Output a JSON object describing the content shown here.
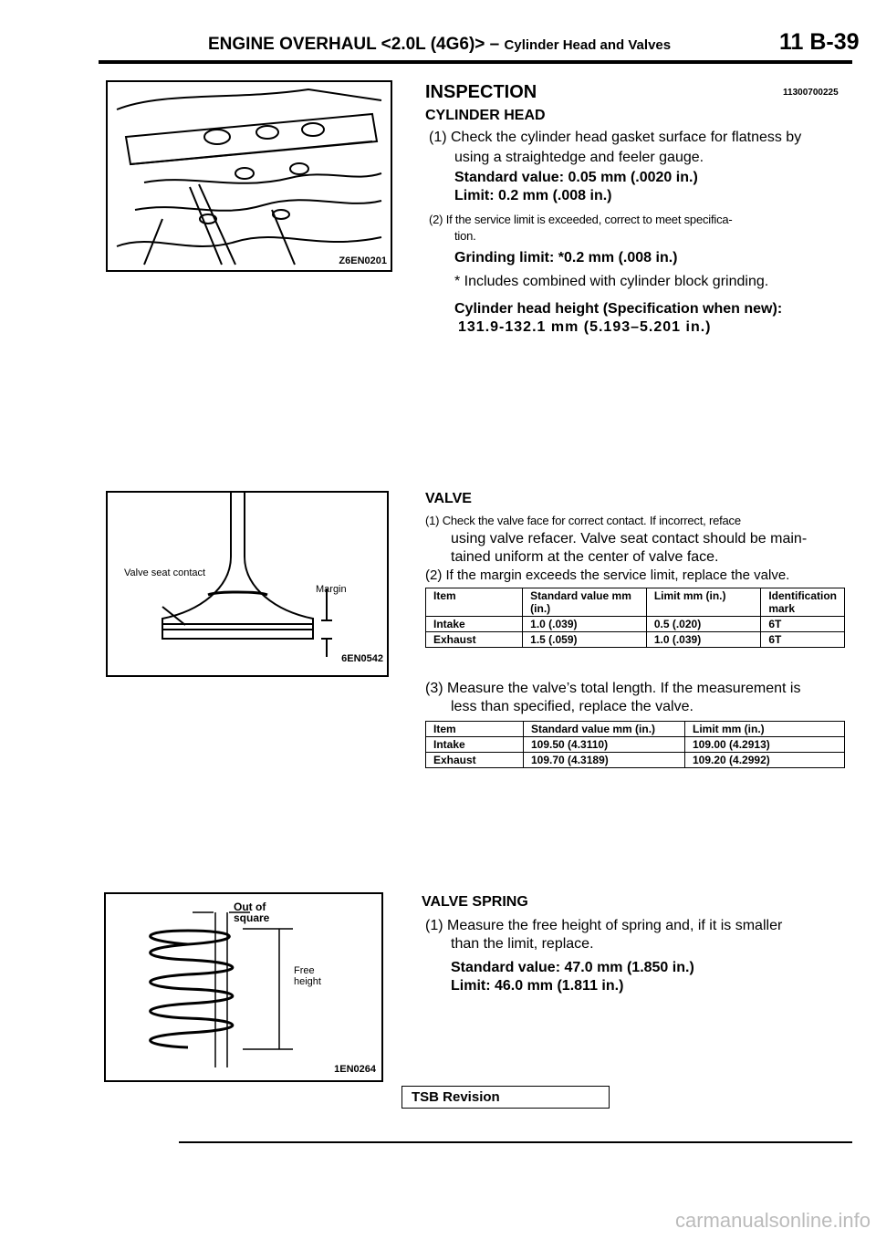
{
  "header": {
    "title": "ENGINE OVERHAUL <2.0L (4G6)> –",
    "subtitle": "Cylinder Head and Valves",
    "page": "11 B-39"
  },
  "figures": {
    "fig1_code": "Z6EN0201",
    "fig2_code": "6EN0542",
    "fig2_label_seat": "Valve seat contact",
    "fig2_label_margin": "Margin",
    "fig3_code": "1EN0264",
    "fig3_label_square": "Out of square",
    "fig3_label_height": "Free height"
  },
  "inspection": {
    "title": "INSPECTION",
    "code": "11300700225",
    "cyl_head_title": "CYLINDER HEAD",
    "step1_a": "(1) Check the cylinder head gasket surface for flatness by",
    "step1_b": "using a straightedge and feeler gauge.",
    "std_value": "Standard value: 0.05 mm (.0020 in.)",
    "limit": "Limit: 0.2 mm (.008 in.)",
    "step2_a": "(2) If the service limit is exceeded, correct to meet specifica-",
    "step2_b": "tion.",
    "grinding": "Grinding limit: *0.2 mm (.008 in.)",
    "note": "* Includes combined with cylinder block grinding.",
    "height_title": "Cylinder head height (Specification when new):",
    "height_value": "131.9-132.1 mm (5.193–5.201 in.)"
  },
  "valve": {
    "title": "VALVE",
    "step1_a": "(1) Check the valve face for correct contact. If incorrect, reface",
    "step1_b": "using valve refacer. Valve seat contact should be main-",
    "step1_c": "tained uniform at the center of valve face.",
    "step2": "(2) If the margin exceeds the service limit, replace the valve.",
    "table1": {
      "headers": [
        "Item",
        "Standard value mm (in.)",
        "Limit mm (in.)",
        "Identification mark"
      ],
      "rows": [
        [
          "Intake",
          "1.0 (.039)",
          "0.5 (.020)",
          "6T"
        ],
        [
          "Exhaust",
          "1.5 (.059)",
          "1.0 (.039)",
          "6T"
        ]
      ]
    },
    "step3_a": "(3) Measure the valve’s total length. If the measurement is",
    "step3_b": "less than specified, replace the valve.",
    "table2": {
      "headers": [
        "Item",
        "Standard value mm (in.)",
        "Limit mm (in.)"
      ],
      "rows": [
        [
          "Intake",
          "109.50 (4.3110)",
          "109.00 (4.2913)"
        ],
        [
          "Exhaust",
          "109.70 (4.3189)",
          "109.20 (4.2992)"
        ]
      ]
    }
  },
  "spring": {
    "title": "VALVE SPRING",
    "step1_a": "(1) Measure the free height of spring and, if it is smaller",
    "step1_b": "than the limit, replace.",
    "std_value": "Standard value: 47.0 mm (1.850 in.)",
    "limit": "Limit: 46.0 mm (1.811 in.)"
  },
  "footer": {
    "tsb": "TSB Revision",
    "watermark": "carmanualsonline.info"
  }
}
